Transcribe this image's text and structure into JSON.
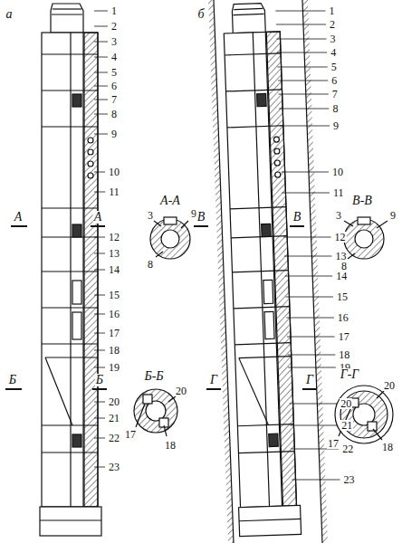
{
  "diagram": {
    "labels": [
      "а",
      "1",
      "2",
      "3",
      "4",
      "5",
      "6",
      "7",
      "8",
      "9",
      "10",
      "11",
      "12",
      "13",
      "14",
      "15",
      "16",
      "17",
      "18",
      "19",
      "20",
      "21",
      "22",
      "23",
      "А",
      "А",
      "А-А",
      "3",
      "9",
      "8",
      "Б",
      "Б",
      "Б-Б",
      "20",
      "17",
      "18",
      "б",
      "1",
      "2",
      "3",
      "4",
      "5",
      "6",
      "7",
      "8",
      "9",
      "10",
      "11",
      "12",
      "13",
      "14",
      "15",
      "16",
      "17",
      "18",
      "19",
      "20",
      "21",
      "22",
      "23",
      "В",
      "В",
      "В-В",
      "9",
      "3",
      "8",
      "Г",
      "Г",
      "Г-Г",
      "20",
      "17",
      "18"
    ]
  }
}
